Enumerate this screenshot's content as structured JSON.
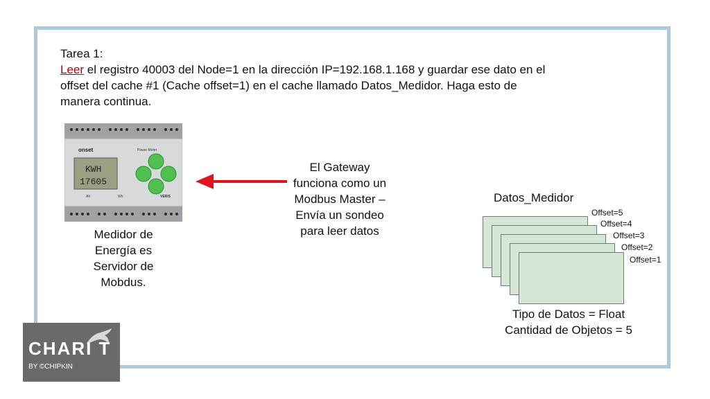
{
  "task": {
    "heading": "Tarea 1:",
    "link_word": "Leer",
    "body": " el registro 40003 del Node=1 en la dirección IP=192.168.1.168 y guardar ese dato en el offset del cache #1 (Cache offset=1) en el cache llamado Datos_Medidor. Haga esto de manera continua."
  },
  "device": {
    "brand": "onset",
    "model": "Power Meter",
    "display_line1": "KWH",
    "display_line2": "17605",
    "maker": "VERIS",
    "label_ah": "Ah",
    "label_wh": "Wh"
  },
  "gateway_text": "El Gateway funciona como un Modbus Master – Envía un sondeo para leer datos",
  "meter_text": "Medidor de Energía es Servidor de Mobdus.",
  "datastore": {
    "title": "Datos_Medidor",
    "offsets": [
      "Offset=5",
      "Offset=4",
      "Offset=3",
      "Offset=2",
      "Offset=1"
    ],
    "caption_line1": "Tipo de Datos = Float",
    "caption_line2": "Cantidad de Objetos = 5"
  },
  "logo": {
    "word": "CHARI T",
    "by": "BY ©CHIPKIN"
  },
  "colors": {
    "frame": "#aec9dc",
    "arrow": "#e0141a",
    "link": "#c00000",
    "cache_fill": "#d6e7d8",
    "button": "#4fbf4f",
    "logo_bg": "#6a6a6a"
  }
}
